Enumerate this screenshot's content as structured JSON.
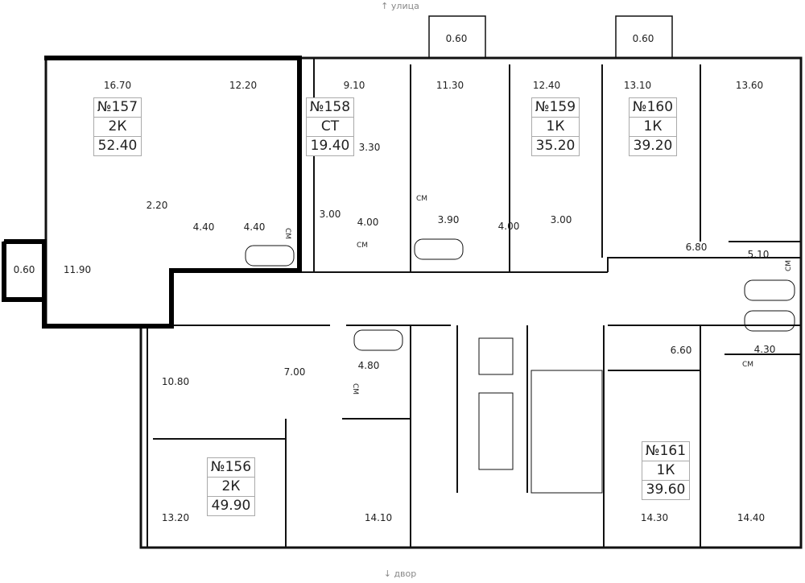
{
  "directions": {
    "top": "улица",
    "bottom": "двор",
    "top_arrow": "↑",
    "bottom_arrow": "↓"
  },
  "balconies": [
    "0.60",
    "0.60",
    "0.60"
  ],
  "apartments": [
    {
      "number": "№157",
      "type": "2К",
      "area": "52.40"
    },
    {
      "number": "№158",
      "type": "СТ",
      "area": "19.40"
    },
    {
      "number": "№159",
      "type": "1К",
      "area": "35.20"
    },
    {
      "number": "№160",
      "type": "1К",
      "area": "39.20"
    },
    {
      "number": "№156",
      "type": "2К",
      "area": "49.90"
    },
    {
      "number": "№161",
      "type": "1К",
      "area": "39.60"
    }
  ],
  "rooms": [
    "16.70",
    "12.20",
    "9.10",
    "11.30",
    "12.40",
    "13.10",
    "13.60",
    "3.30",
    "2.20",
    "4.40",
    "4.40",
    "3.00",
    "4.00",
    "3.90",
    "4.00",
    "3.00",
    "6.80",
    "5.10",
    "11.90",
    "10.80",
    "7.00",
    "4.80",
    "6.60",
    "4.30",
    "13.20",
    "14.10",
    "14.30",
    "14.40"
  ],
  "appliance_label": "СМ",
  "colors": {
    "wall": "#111111",
    "highlight": "#000000",
    "text": "#222222"
  }
}
